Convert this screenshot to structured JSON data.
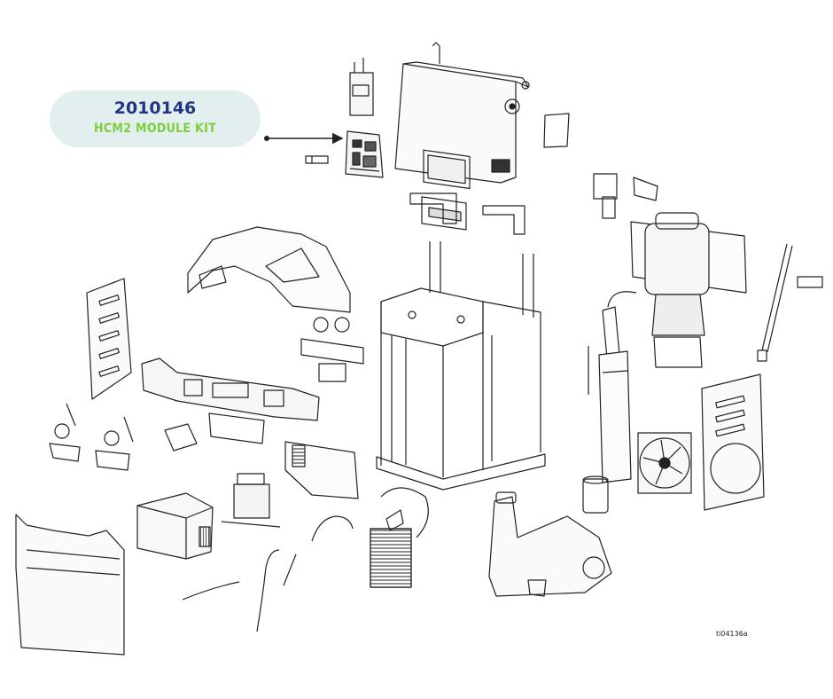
{
  "callout": {
    "part_number": "2010146",
    "kit_name": "HCM2 MODULE KIT"
  },
  "drawing_reference": "ti04136a",
  "colors": {
    "part_number": "#223580",
    "kit_name": "#7ccf3a",
    "callout_background": "#e3efef",
    "line": "#222222"
  }
}
